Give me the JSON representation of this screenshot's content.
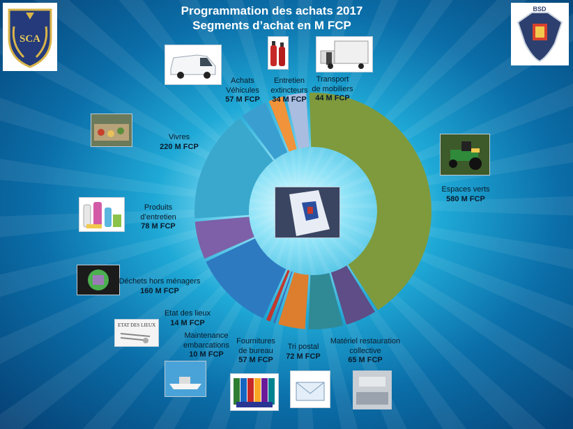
{
  "header": {
    "title_line1": "Programmation des achats 2017",
    "title_line2": "Segments d’achat en M FCP"
  },
  "logos": {
    "left_text": "SCA",
    "right_text": "BSD"
  },
  "colors": {
    "espaces_verts": "#7f9a3c",
    "materiel_restauration": "#5e4d86",
    "tri_postal": "#2f8a96",
    "fournitures": "#dd7d2e",
    "maintenance": "#3a6fb6",
    "etat_des_lieux": "#c0392f",
    "dechets": "#2d7ac1",
    "produits": "#7d60a8",
    "vivres": "#3aa8cc",
    "achats_vehicules": "#3a9fd0",
    "entretien_extincteurs": "#f0933a",
    "transport": "#a8bde0",
    "transport_2": "#e6a0a7"
  },
  "chart_data": {
    "type": "pie",
    "donut": true,
    "title": "Programmation des achats 2017",
    "subtitle": "Segments d’achat en M FCP",
    "unit": "M FCP",
    "slices": [
      {
        "name": "Espaces verts",
        "value": 580,
        "label": "580 M FCP",
        "color": "#7f9a3c"
      },
      {
        "name": "Matériel restauration collective",
        "value": 65,
        "label": "65 M FCP",
        "color": "#5e4d86"
      },
      {
        "name": "Tri postal",
        "value": 72,
        "label": "72 M FCP",
        "color": "#2f8a96"
      },
      {
        "name": "Fournitures de bureau",
        "value": 57,
        "label": "57 M FCP",
        "color": "#dd7d2e"
      },
      {
        "name": "Maintenance embarcations",
        "value": 10,
        "label": "10 M FCP",
        "color": "#3a6fb6"
      },
      {
        "name": "Etat des lieux",
        "value": 14,
        "label": "14 M FCP",
        "color": "#c0392f"
      },
      {
        "name": "Déchets hors ménagers",
        "value": 160,
        "label": "160 M FCP",
        "color": "#2d7ac1"
      },
      {
        "name": "Produits d’entretien",
        "value": 78,
        "label": "78 M FCP",
        "color": "#7d60a8"
      },
      {
        "name": "Vivres",
        "value": 220,
        "label": "220 M FCP",
        "color": "#3aa8cc"
      },
      {
        "name": "Achats Véhicules",
        "value": 57,
        "label": "57 M FCP",
        "color": "#3a9fd0"
      },
      {
        "name": "Entretien extincteurs",
        "value": 34,
        "label": "34 M FCP",
        "color": "#f0933a"
      },
      {
        "name": "Transport de mobiliers",
        "value": 44,
        "label": "44 M FCP",
        "color": "#a8bde0"
      }
    ]
  },
  "labels": {
    "espaces_verts": {
      "name": "Espaces verts",
      "value": "580 M FCP"
    },
    "materiel": {
      "name1": "Matériel restauration",
      "name2": "collective",
      "value": "65 M FCP"
    },
    "tri_postal": {
      "name": "Tri postal",
      "value": "72 M FCP"
    },
    "fournitures": {
      "name1": "Fournitures",
      "name2": "de bureau",
      "value": "57 M FCP"
    },
    "maintenance": {
      "name1": "Maintenance",
      "name2": "embarcations",
      "value": "10 M FCP"
    },
    "etat": {
      "name": "Etat des lieux",
      "value": "14 M FCP"
    },
    "dechets": {
      "name": "Déchets hors ménagers",
      "value": "160 M FCP"
    },
    "produits": {
      "name1": "Produits",
      "name2": "d’entretien",
      "value": "78 M FCP"
    },
    "vivres": {
      "name": "Vivres",
      "value": "220 M FCP"
    },
    "vehicules": {
      "name1": "Achats",
      "name2": "Véhicules",
      "value": "57 M FCP"
    },
    "extincteurs": {
      "name1": "Entretien",
      "name2": "extincteurs",
      "value": "34 M FCP"
    },
    "transport": {
      "name1": "Transport",
      "name2": "de mobiliers",
      "value": "44 M FCP"
    }
  },
  "photos": {
    "etat_des_lieux_caption": "ETAT DES LIEUX"
  }
}
